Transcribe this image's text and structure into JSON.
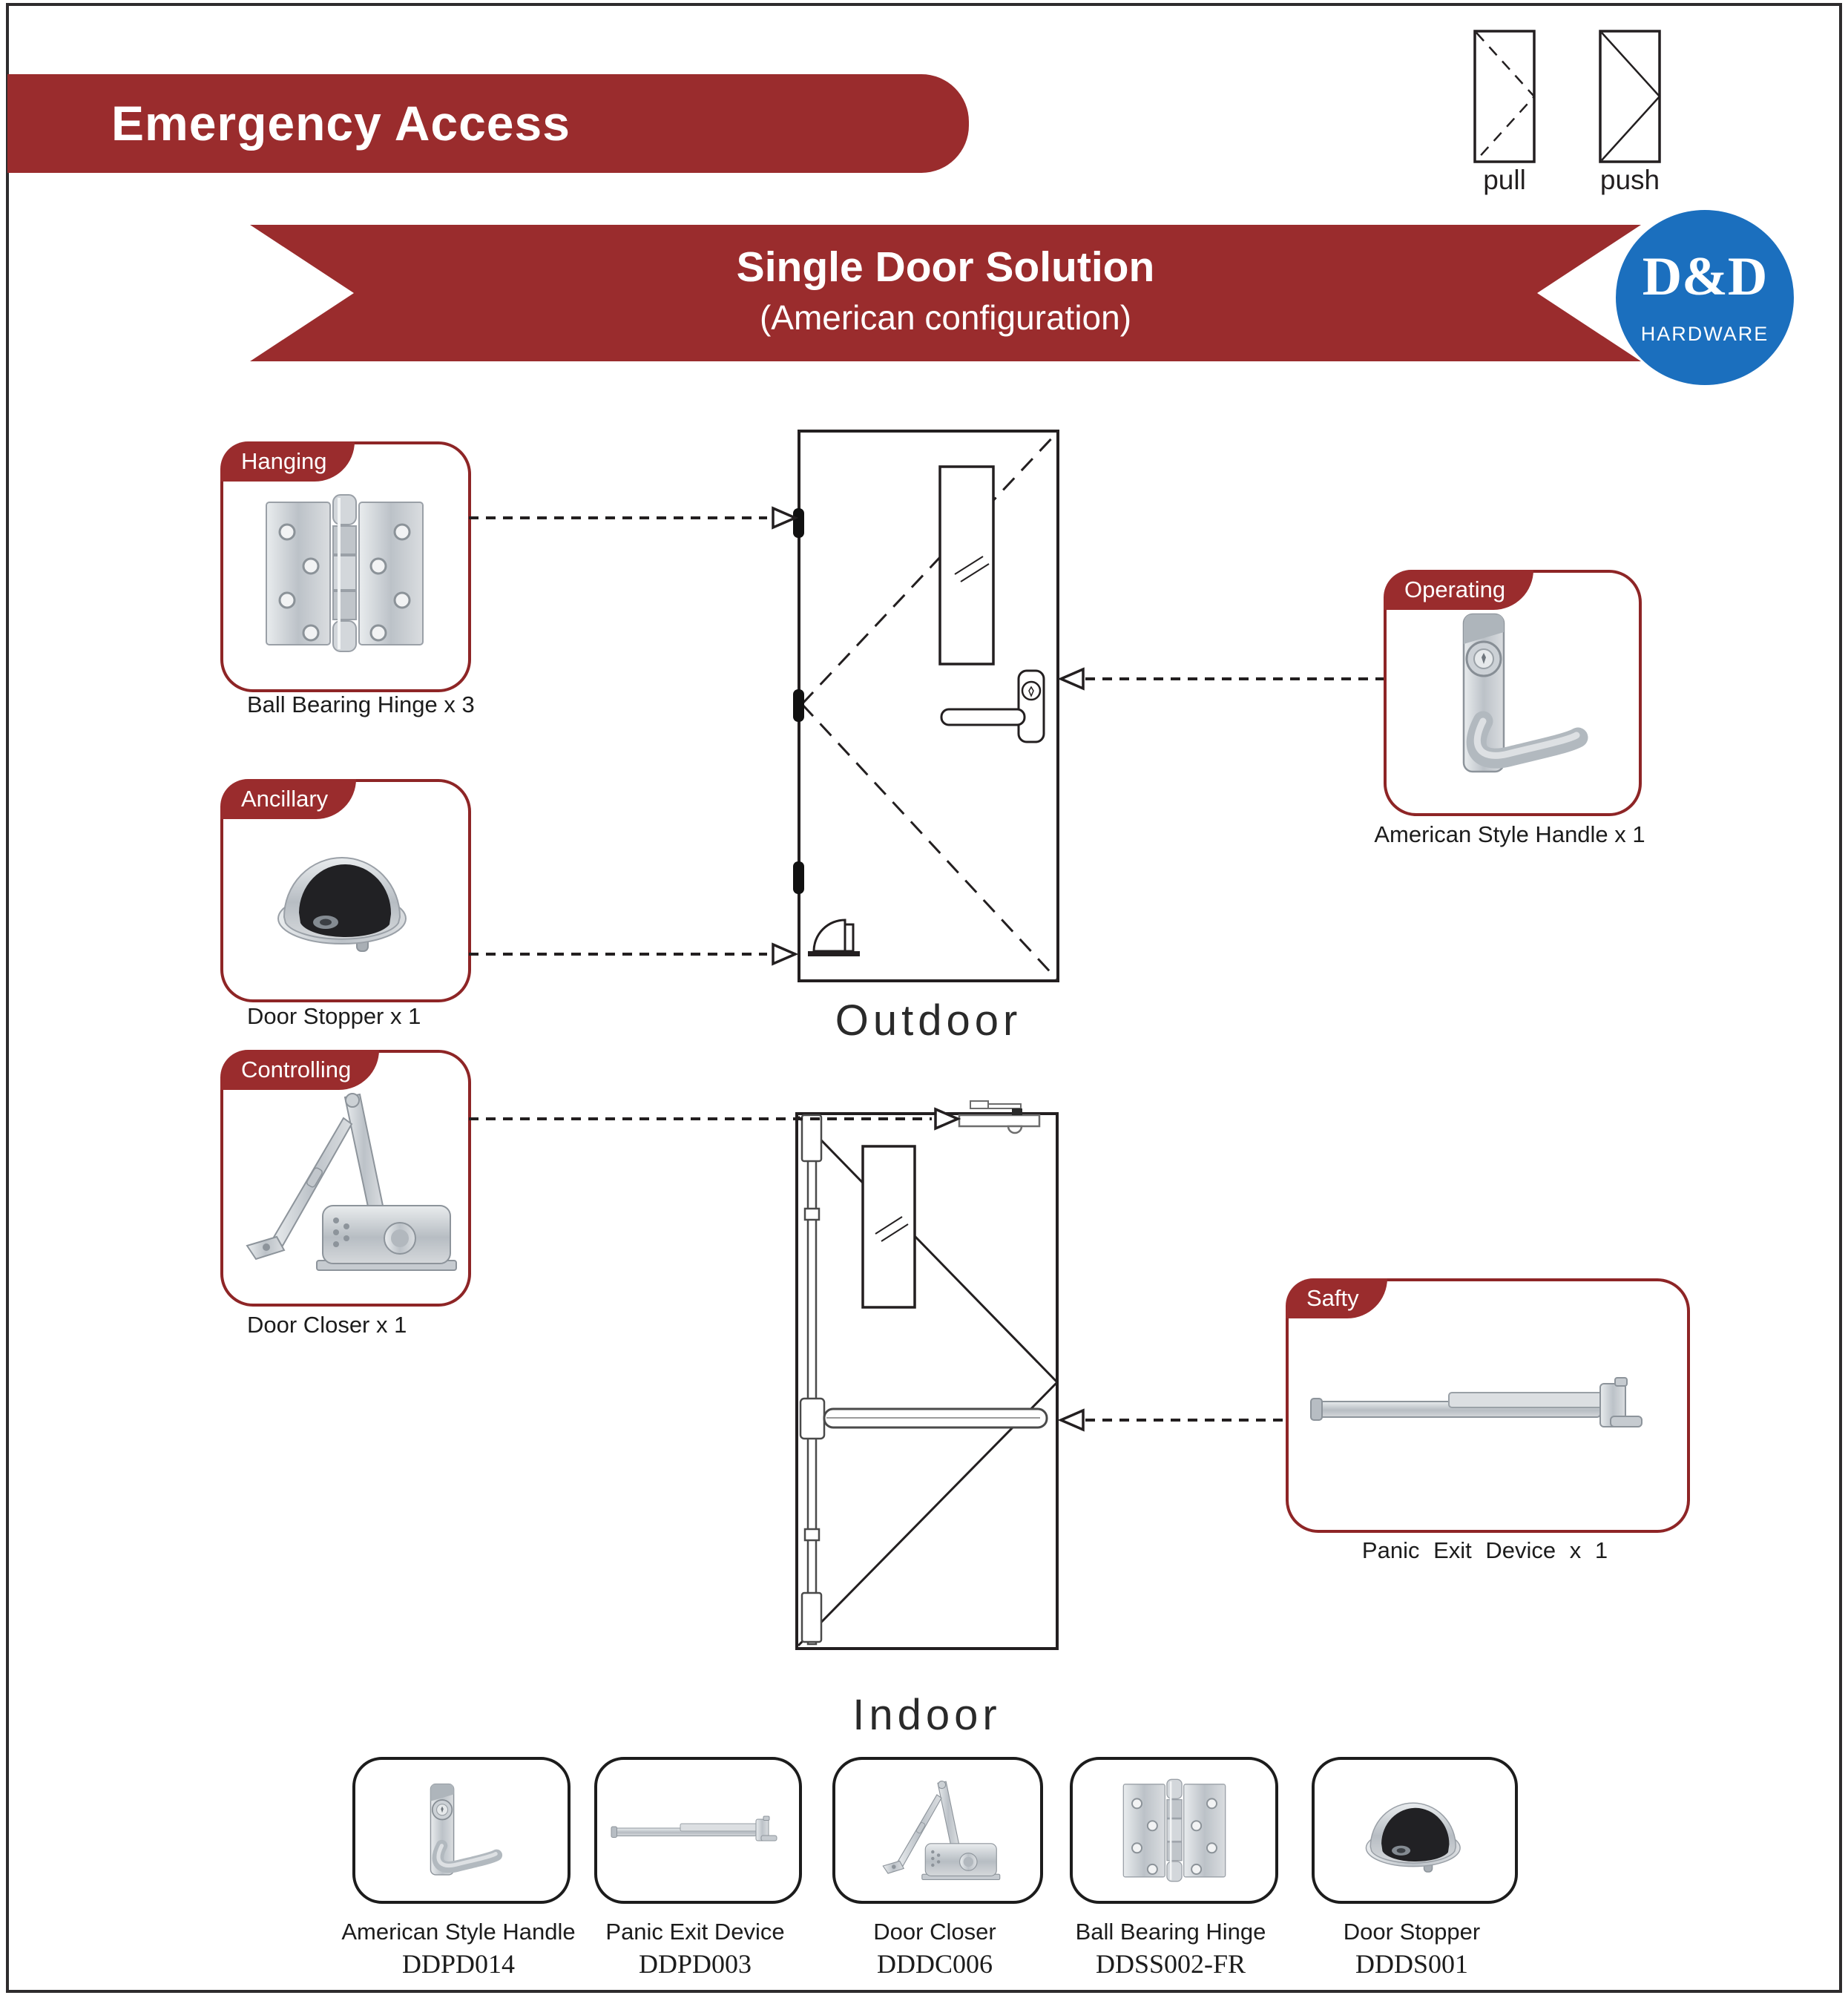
{
  "header": {
    "title": "Emergency Access"
  },
  "door_legend": {
    "pull": "pull",
    "push": "push"
  },
  "ribbon": {
    "title": "Single Door Solution",
    "subtitle": "(American configuration)"
  },
  "logo": {
    "brand": "D&D",
    "tagline": "HARDWARE"
  },
  "callouts": [
    {
      "tab": "Hanging",
      "product": "Ball Bearing Hinge x 3"
    },
    {
      "tab": "Ancillary",
      "product": "Door Stopper x 1"
    },
    {
      "tab": "Controlling",
      "product": "Door Closer x 1"
    },
    {
      "tab": "Operating",
      "product": "American Style Handle x 1"
    },
    {
      "tab": "Safty",
      "product": "Panic Exit Device x 1"
    }
  ],
  "doors": {
    "outdoor": "Outdoor",
    "indoor": "Indoor"
  },
  "products": [
    {
      "name": "American Style Handle",
      "code": "DDPD014"
    },
    {
      "name": "Panic Exit Device",
      "code": "DDPD003"
    },
    {
      "name": "Door Closer",
      "code": "DDDC006"
    },
    {
      "name": "Ball Bearing Hinge",
      "code": "DDSS002-FR"
    },
    {
      "name": "Door Stopper",
      "code": "DDDS001"
    }
  ],
  "colors": {
    "accent_red": "#9A2C2D",
    "logo_blue": "#1B6FBE",
    "line_black": "#231F20"
  }
}
